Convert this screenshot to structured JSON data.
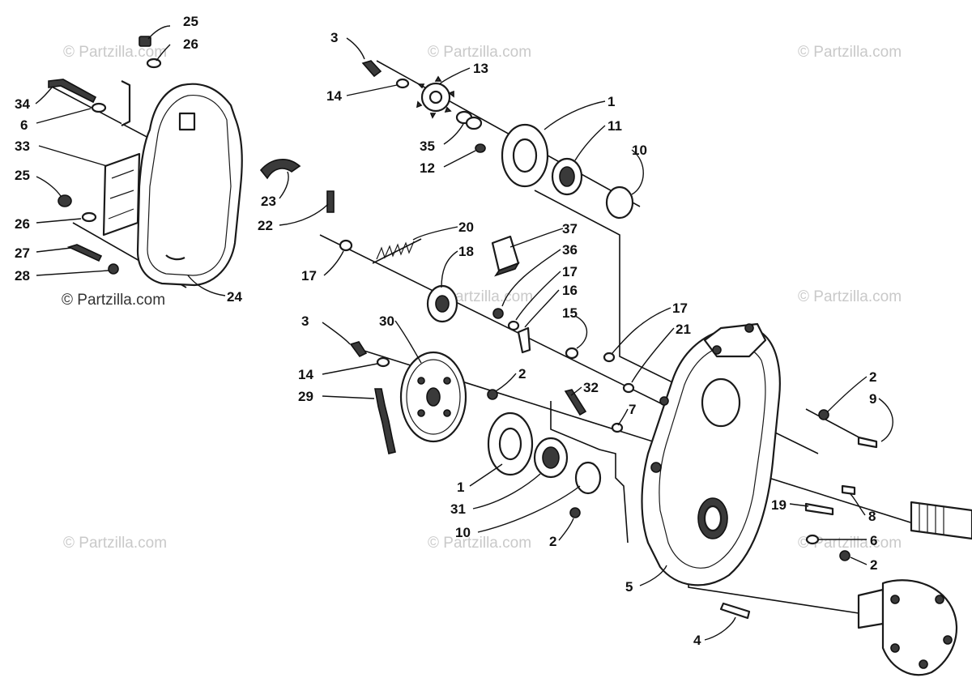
{
  "watermarks": [
    "© Partzilla.com",
    "© Partzilla.com",
    "© Partzilla.com",
    "© Partzilla.com",
    "© Partzilla.com",
    "© Partzilla.com",
    "© Partzilla.com",
    "© Partzilla.com",
    "© Partzilla.com"
  ],
  "callouts": [
    "25",
    "26",
    "34",
    "6",
    "33",
    "25",
    "26",
    "27",
    "28",
    "24",
    "3",
    "14",
    "13",
    "35",
    "12",
    "1",
    "11",
    "10",
    "23",
    "22",
    "20",
    "37",
    "18",
    "36",
    "17",
    "17",
    "16",
    "15",
    "17",
    "21",
    "3",
    "30",
    "14",
    "29",
    "2",
    "32",
    "7",
    "2",
    "9",
    "1",
    "31",
    "10",
    "2",
    "5",
    "4",
    "19",
    "8",
    "6",
    "2"
  ]
}
